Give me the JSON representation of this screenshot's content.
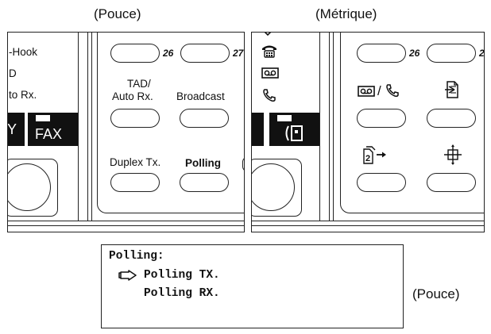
{
  "captions": {
    "left": "(Pouce)",
    "right": "(Métrique)",
    "lcd": "(Pouce)"
  },
  "left_panel": {
    "status_labels": [
      "-Hook",
      "D",
      "to  Rx."
    ],
    "key_partial": "Y",
    "key_fax": "FAX",
    "shortcut_numbers": [
      "26",
      "27"
    ],
    "tad_label_line1": "TAD/",
    "tad_label_line2": "Auto Rx.",
    "broadcast_label": "Broadcast",
    "duplex_label": "Duplex Tx.",
    "polling_label": "Polling"
  },
  "right_panel": {
    "shortcut_numbers": [
      "26",
      "2"
    ],
    "icons": [
      "handset-on-hook-icon",
      "cassette-tape-icon",
      "phone-handset-icon",
      "fax-mode-icon",
      "tad-auto-rx-icon",
      "broadcast-icon",
      "duplex-tx-icon",
      "polling-icon"
    ],
    "tad_separator": "/"
  },
  "lcd": {
    "title": "Polling:",
    "cursor_icon": "pointing-hand-icon",
    "option1": "Polling TX.",
    "option2": "Polling RX."
  }
}
